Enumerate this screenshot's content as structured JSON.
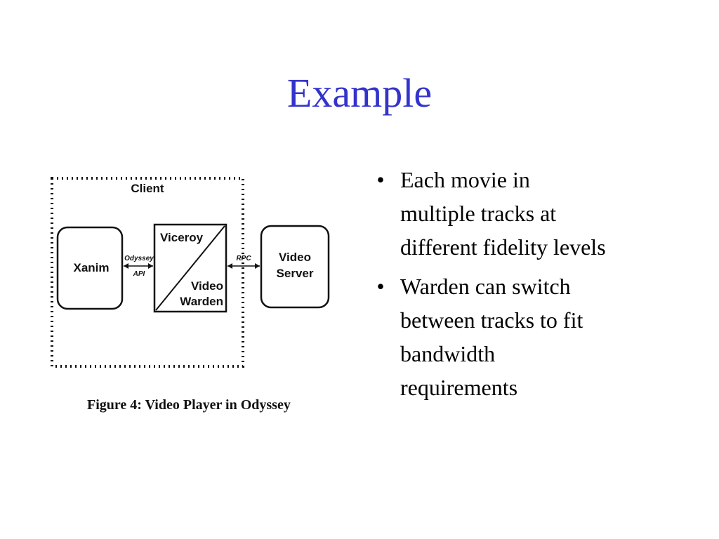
{
  "slide": {
    "title": "Example"
  },
  "figure": {
    "client_label": "Client",
    "xanim_label": "Xanim",
    "odyssey_label": "Odyssey",
    "api_label": "API",
    "viceroy_label": "Viceroy",
    "video_label": "Video",
    "warden_label": "Warden",
    "rpc_label": "RPC",
    "server_video_label": "Video",
    "server_label": "Server",
    "caption": "Figure 4:  Video Player in Odyssey"
  },
  "bullets": [
    {
      "marker": "•",
      "lines": [
        "Each movie in",
        "multiple tracks at",
        "different fidelity levels"
      ]
    },
    {
      "marker": "•",
      "lines": [
        "Warden can switch",
        "between tracks to fit",
        "bandwidth",
        "requirements"
      ]
    }
  ],
  "colors": {
    "title": "#3333cc",
    "text": "#000000",
    "figure": "#111111",
    "background": "#ffffff"
  }
}
